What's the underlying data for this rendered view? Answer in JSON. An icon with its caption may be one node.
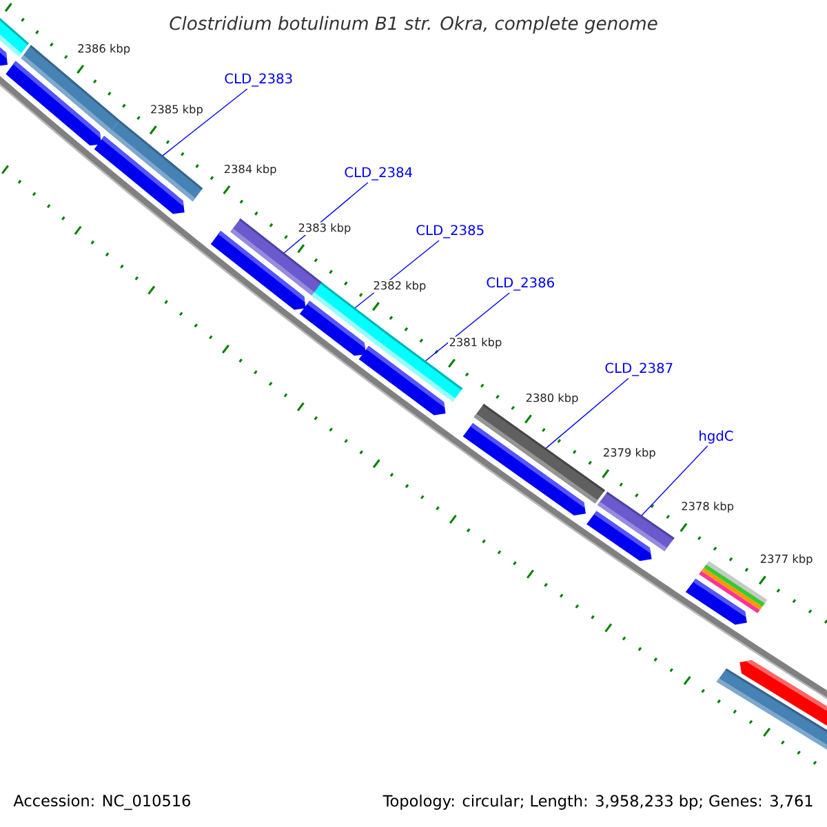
{
  "diagram": {
    "title": "Clostridium botulinum B1 str. Okra, complete genome",
    "nodes": [
      {
        "text": [],
        "shape": "bar"
      },
      {
        "text": [],
        "shape": "pentagon"
      },
      {
        "text": [],
        "shape": "bar"
      },
      {
        "text": [],
        "shape": "pentagon"
      },
      {
        "text": [
          "CLD_2383"
        ]
      },
      {
        "text": [],
        "shape": "bar"
      },
      {
        "text": [],
        "shape": "pentagon"
      },
      {
        "text": [
          "CLD_2384"
        ]
      },
      {
        "text": [],
        "shape": "bar"
      },
      {
        "text": [],
        "shape": "pentagon"
      },
      {
        "text": [
          "CLD_2385"
        ]
      },
      {
        "text": [],
        "shape": "bar"
      },
      {
        "text": [],
        "shape": "pentagon"
      },
      {
        "text": [
          "CLD_2386"
        ]
      },
      {
        "text": [],
        "shape": "bar"
      },
      {
        "text": [],
        "shape": "pentagon"
      },
      {
        "text": [
          "CLD_2387"
        ]
      },
      {
        "text": [],
        "shape": "bar"
      },
      {
        "text": [],
        "shape": "pentagon"
      },
      {
        "text": [
          "hgdC"
        ]
      },
      {
        "text": [],
        "shape": "bar"
      },
      {
        "text": [],
        "shape": "pentagon"
      },
      {
        "text": [],
        "shape": "bar"
      },
      {
        "text": [],
        "shape": "pentagon"
      },
      {
        "text": [],
        "shape": "bar"
      },
      {
        "text": [],
        "shape": "pentagon"
      }
    ],
    "edges": [
      {
        "from": 4,
        "to": 5,
        "arrow": "none"
      },
      {
        "from": 7,
        "to": 8,
        "arrow": "none"
      },
      {
        "from": 10,
        "to": 11,
        "arrow": "none"
      },
      {
        "from": 13,
        "to": 14,
        "arrow": "none"
      },
      {
        "from": 16,
        "to": 17,
        "arrow": "none"
      },
      {
        "from": 19,
        "to": 20,
        "arrow": "none"
      }
    ],
    "labels": [
      "2386 kbp",
      "2385 kbp",
      "2384 kbp",
      "2383 kbp",
      "2382 kbp",
      "2381 kbp",
      "2380 kbp",
      "2379 kbp",
      "2378 kbp",
      "2377 kbp",
      "Accession: NC_010516",
      "Topology: circular; Length: 3,958,233 bp; Genes: 3,761"
    ]
  }
}
